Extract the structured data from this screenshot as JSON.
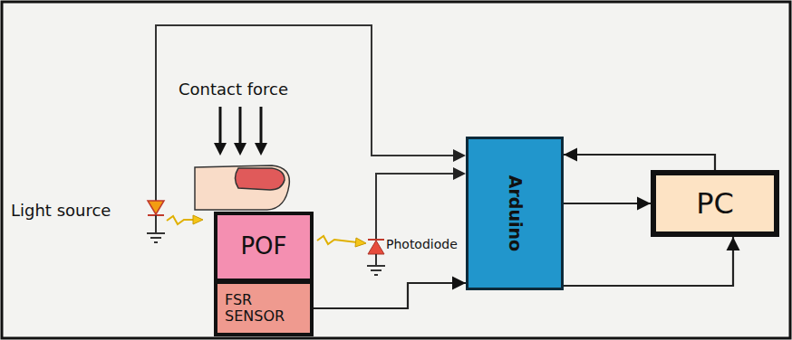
{
  "diagram": {
    "nodes": [
      {
        "text": [
          "POF"
        ]
      },
      {
        "text": [
          "FSR SENSOR"
        ]
      },
      {
        "text": [
          "Arduino"
        ]
      },
      {
        "text": [
          "PC"
        ]
      }
    ],
    "edges": [
      {
        "from": 1,
        "to": 2,
        "arrow": "to"
      },
      {
        "from": 2,
        "to": 3,
        "arrow": "to"
      },
      {
        "from": 3,
        "to": 2,
        "arrow": "to"
      },
      {
        "from": 2,
        "to": 3,
        "arrow": "to"
      }
    ],
    "labels": [
      "Contact force",
      "Light source",
      "Photodiode"
    ]
  }
}
